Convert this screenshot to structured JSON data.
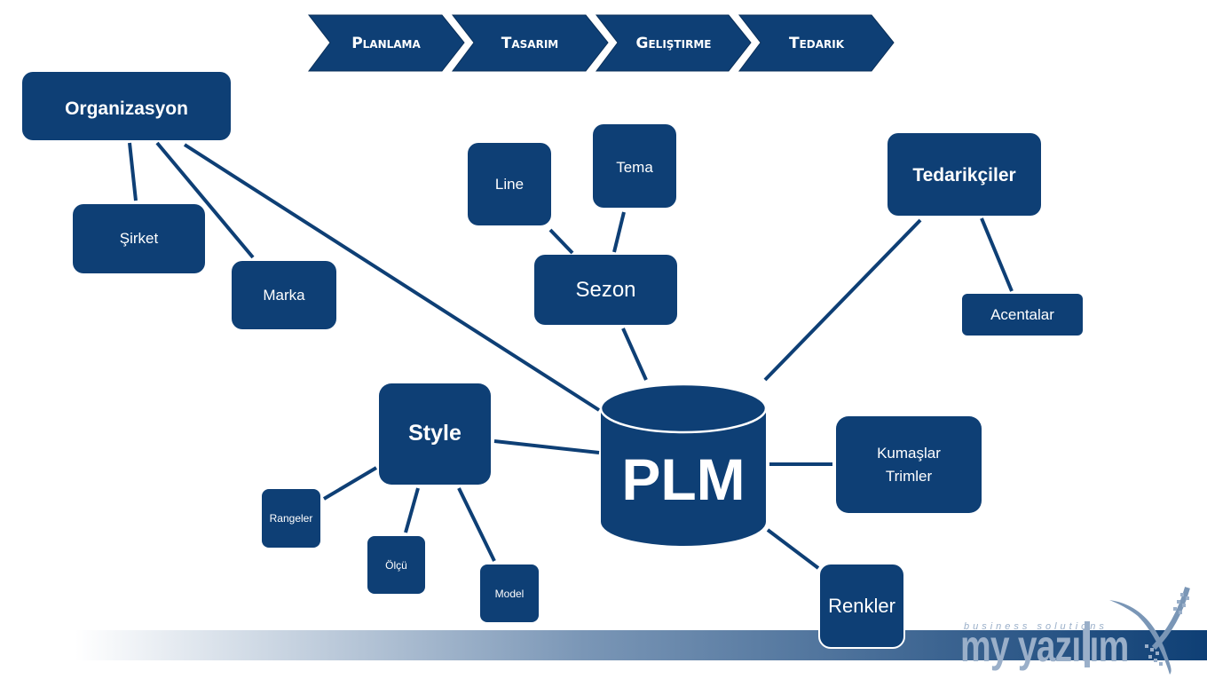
{
  "colors": {
    "node_fill": "#0E3F75",
    "connector": "#0E3F75",
    "text": "#FFFFFF",
    "footer_gradient_start": "#FFFFFF",
    "footer_gradient_end": "#0E3F75",
    "logo_accent": "#9AAFC9"
  },
  "process_steps": [
    {
      "label": "Planlama"
    },
    {
      "label": "Tasarım"
    },
    {
      "label": "Geliştirme"
    },
    {
      "label": "Tedarik"
    }
  ],
  "central_node": {
    "label": "PLM",
    "shape": "database-cylinder"
  },
  "nodes": {
    "organizasyon": {
      "label": "Organizasyon"
    },
    "sirket": {
      "label": "Şirket"
    },
    "marka": {
      "label": "Marka"
    },
    "line": {
      "label": "Line"
    },
    "tema": {
      "label": "Tema"
    },
    "sezon": {
      "label": "Sezon"
    },
    "tedarikciler": {
      "label": "Tedarikçiler"
    },
    "acentalar": {
      "label": "Acentalar"
    },
    "style": {
      "label": "Style"
    },
    "rangeler": {
      "label": "Rangeler"
    },
    "olcu": {
      "label": "Ölçü"
    },
    "model": {
      "label": "Model"
    },
    "kumaslar": {
      "label": "Kumaşlar\nTrimler"
    },
    "renkler": {
      "label": "Renkler"
    }
  },
  "edges": [
    [
      "organizasyon",
      "sirket"
    ],
    [
      "organizasyon",
      "marka"
    ],
    [
      "organizasyon",
      "plm"
    ],
    [
      "line",
      "sezon"
    ],
    [
      "tema",
      "sezon"
    ],
    [
      "sezon",
      "plm"
    ],
    [
      "tedarikciler",
      "plm"
    ],
    [
      "tedarikciler",
      "acentalar"
    ],
    [
      "style",
      "plm"
    ],
    [
      "style",
      "rangeler"
    ],
    [
      "style",
      "olcu"
    ],
    [
      "style",
      "model"
    ],
    [
      "kumaslar",
      "plm"
    ],
    [
      "renkler",
      "plm"
    ]
  ],
  "logo": {
    "brand": "my yazılım",
    "tagline": "business solutions"
  }
}
